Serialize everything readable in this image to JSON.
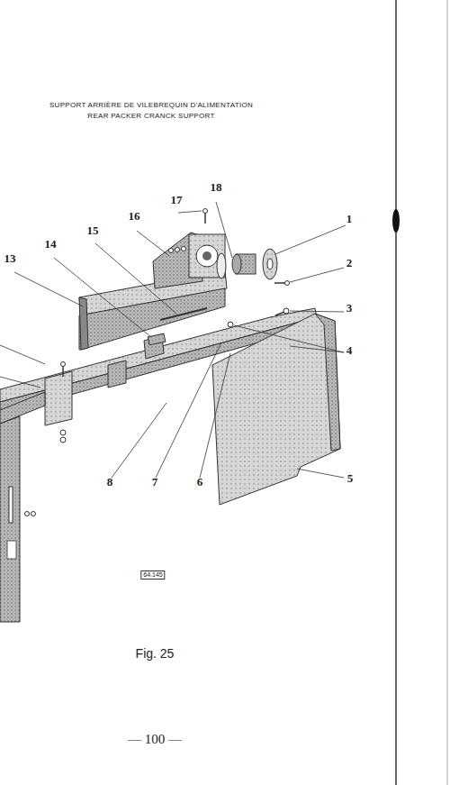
{
  "diagram": {
    "title": "SUPPORT ARRIÈRE DE VILEBREQUIN D'ALIMENTATION",
    "caption": "Fig. 25",
    "labels": [
      "REAR PACKER CRANCK SUPPORT",
      "1",
      "2",
      "3",
      "4",
      "5",
      "6",
      "7",
      "8",
      "13",
      "14",
      "15",
      "16",
      "17",
      "18",
      "64.145",
      "— 100 —"
    ]
  }
}
